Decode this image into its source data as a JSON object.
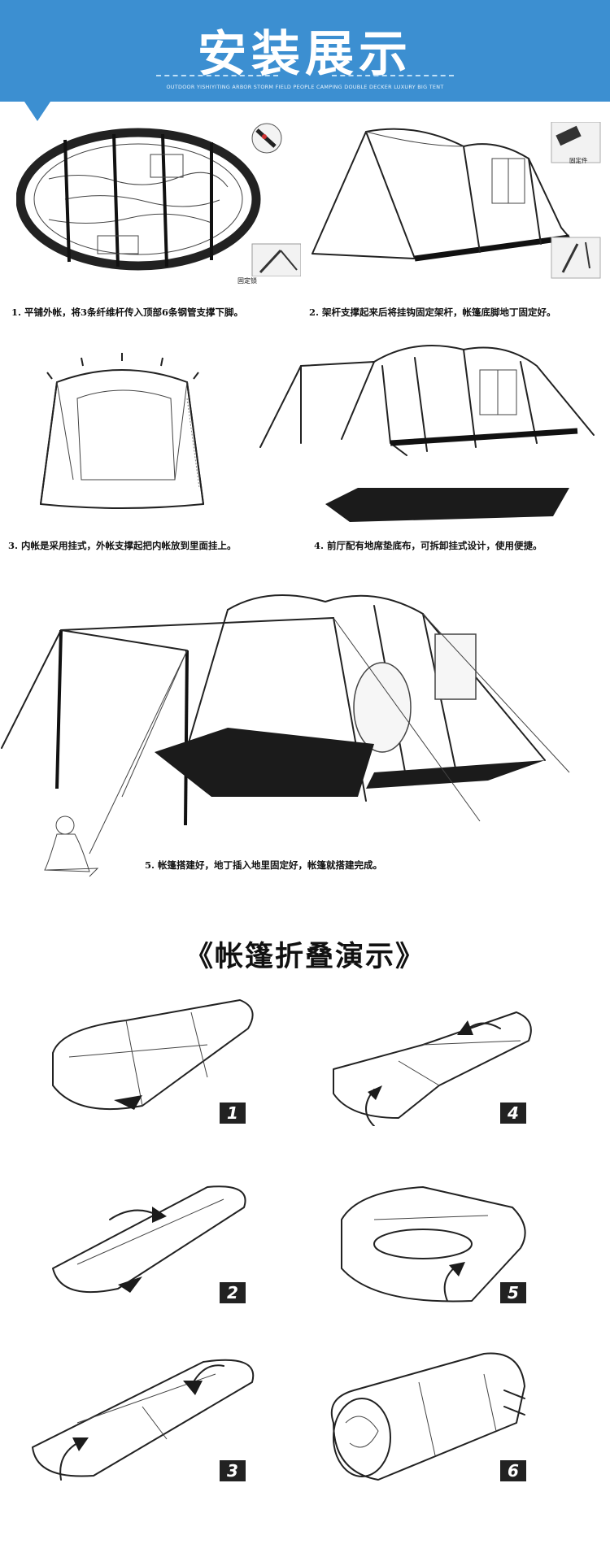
{
  "banner": {
    "title": "安装展示",
    "subtitle": "OUTDOOR YISHIYITING ARBOR STORM FIELD PEOPLE CAMPING DOUBLE DECKER LUXURY BIG TENT",
    "color": "#3c8fd1"
  },
  "install": {
    "steps": [
      {
        "caption": "1. 平铺外帐，将3条纤维杆传入顶部6条钢管支撑下脚。",
        "inset_label": "固定锁"
      },
      {
        "caption": "2. 架杆支撑起来后将挂钩固定架杆，帐篷底脚地丁固定好。",
        "inset_label": "固定件"
      },
      {
        "caption": "3. 内帐是采用挂式，外帐支撑起把内帐放到里面挂上。"
      },
      {
        "caption": "4. 前厅配有地席垫底布，可拆卸挂式设计，使用便捷。"
      },
      {
        "caption": "5. 帐篷搭建好，地丁插入地里固定好，帐篷就搭建完成。"
      }
    ]
  },
  "folding": {
    "title": "《帐篷折叠演示》",
    "steps": [
      "1",
      "2",
      "3",
      "4",
      "5",
      "6"
    ]
  }
}
